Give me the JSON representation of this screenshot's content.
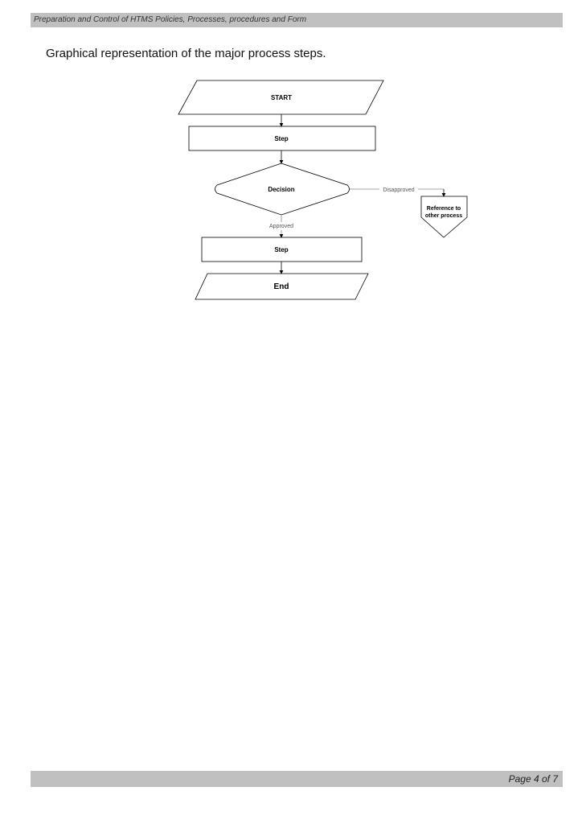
{
  "header": {
    "text": "Preparation and Control of HTMS Policies, Processes, procedures and Form"
  },
  "heading": "Graphical  representation of the major process steps.",
  "flowchart": {
    "start": "START",
    "step1": "Step",
    "decision": "Decision",
    "disapproved_label": "Disapproved",
    "reference": [
      "Reference to",
      "other process"
    ],
    "approved_label": "Approved",
    "step2": "Step",
    "end": "End"
  },
  "footer": {
    "page": "Page 4 of 7"
  }
}
